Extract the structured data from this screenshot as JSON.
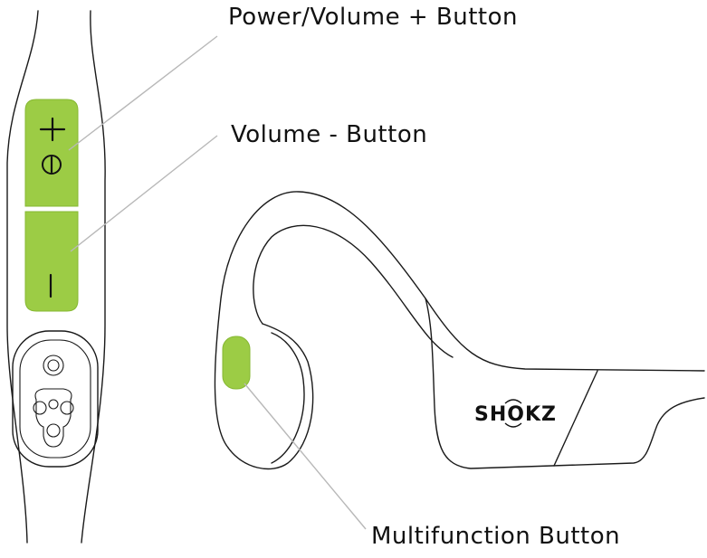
{
  "labels": {
    "power_volume_up": "Power/Volume + Button",
    "volume_down": "Volume - Button",
    "multifunction": "Multifunction Button"
  },
  "brand": "SHOKZ",
  "colors": {
    "button_green": "#9ccc45",
    "button_green_dark": "#86b832",
    "outline": "#1a1a1a",
    "leader_line": "#b8b8b8"
  },
  "icons": {
    "plus": "plus-icon",
    "power": "power-icon",
    "minus": "minus-icon"
  }
}
